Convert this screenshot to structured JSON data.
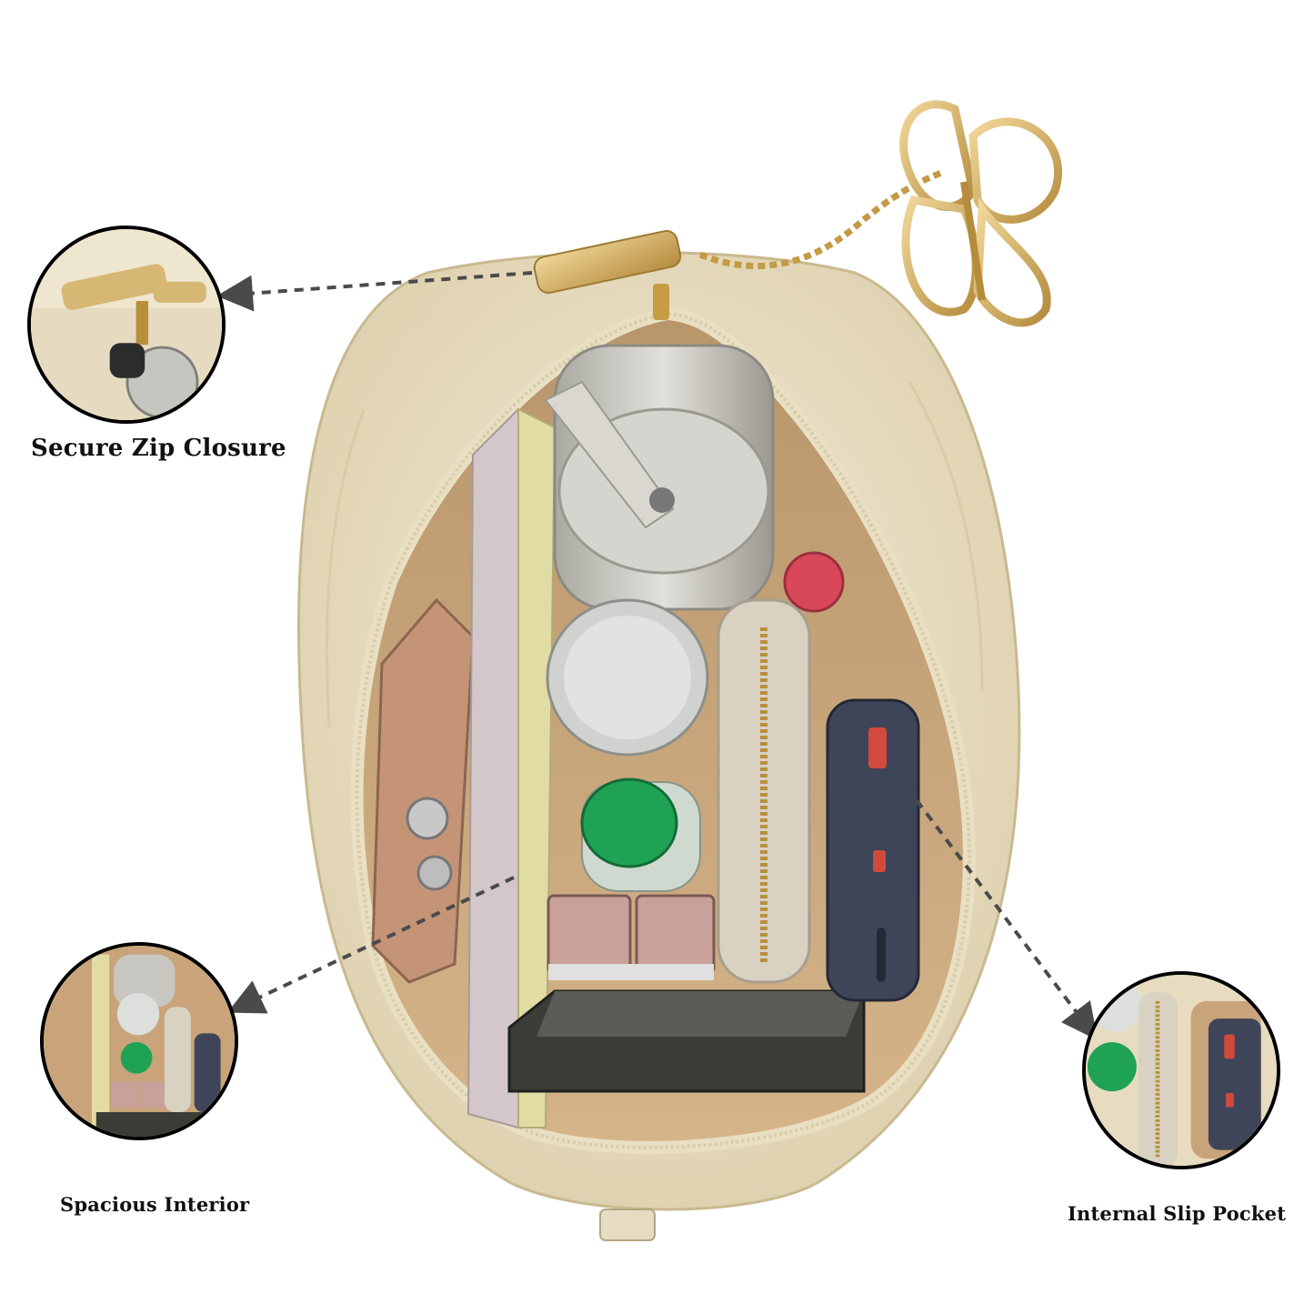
{
  "callouts": {
    "zip_closure": "Secure Zip Closure",
    "spacious_interior": "Spacious Interior",
    "slip_pocket": "Internal Slip Pocket"
  },
  "colors": {
    "bag_cream": "#ece3c8",
    "lining_tan": "#c9a47a",
    "hardware_gold": "#c9a45a",
    "arrow_gray": "#4a4a4a"
  }
}
